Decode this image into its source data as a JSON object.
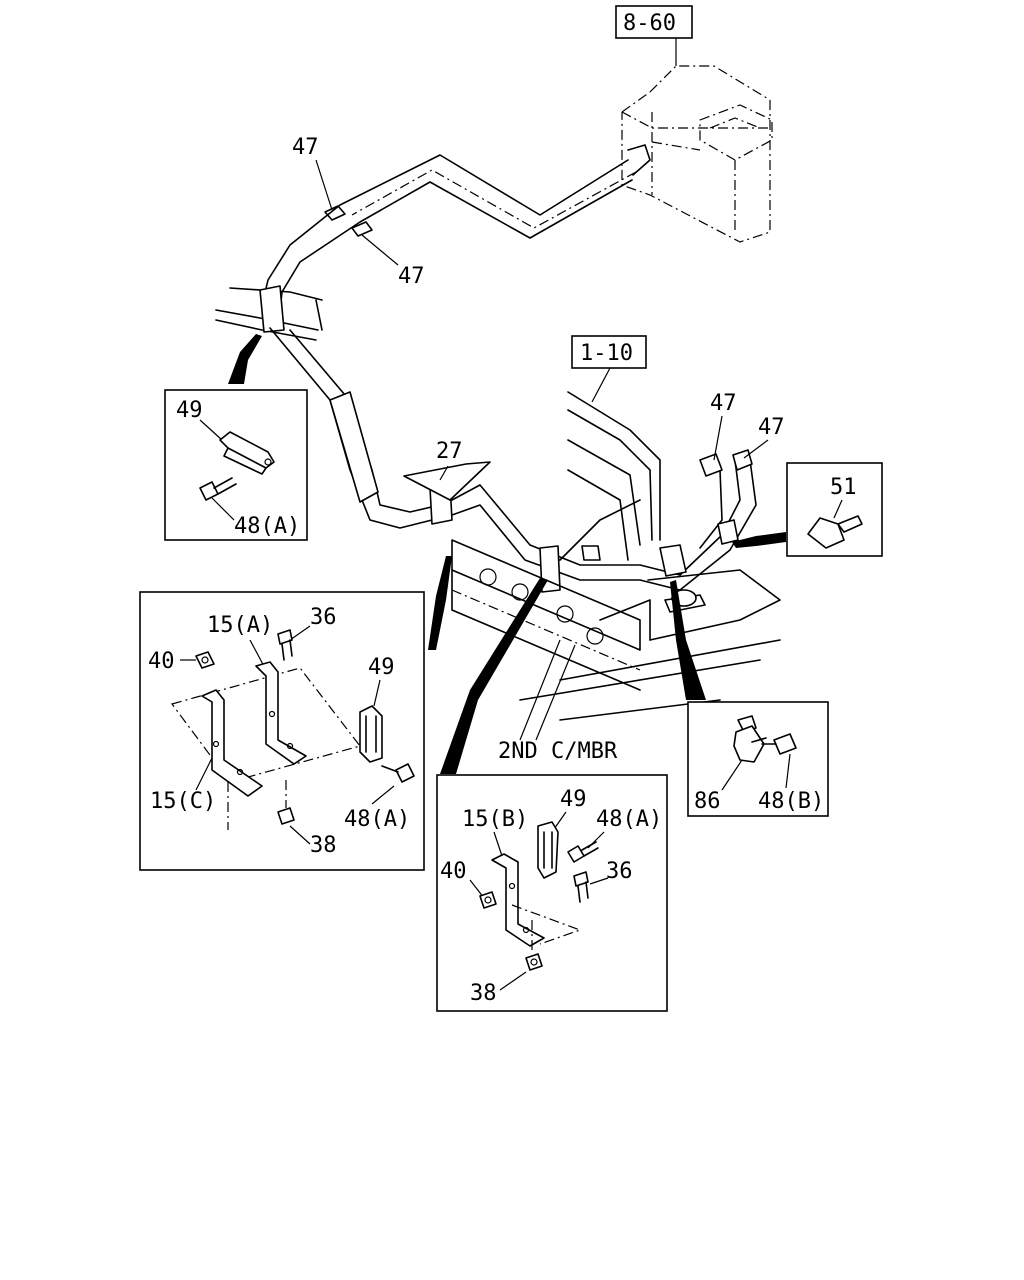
{
  "refs": {
    "ref_8_60": "8-60",
    "ref_1_10": "1-10"
  },
  "labels": {
    "p47_a": "47",
    "p47_b": "47",
    "p47_c": "47",
    "p47_d": "47",
    "p27": "27",
    "p51": "51",
    "frame_member": "2ND C/MBR"
  },
  "detail_left_top": {
    "p49": "49",
    "p48A": "48(A)"
  },
  "detail_left_bottom": {
    "p15A": "15(A)",
    "p36": "36",
    "p40": "40",
    "p49": "49",
    "p15C": "15(C)",
    "p48A": "48(A)",
    "p38": "38"
  },
  "detail_center_bottom": {
    "p15B": "15(B)",
    "p49": "49",
    "p48A": "48(A)",
    "p40": "40",
    "p36": "36",
    "p38": "38"
  },
  "detail_right": {
    "p86": "86",
    "p48B": "48(B)"
  }
}
